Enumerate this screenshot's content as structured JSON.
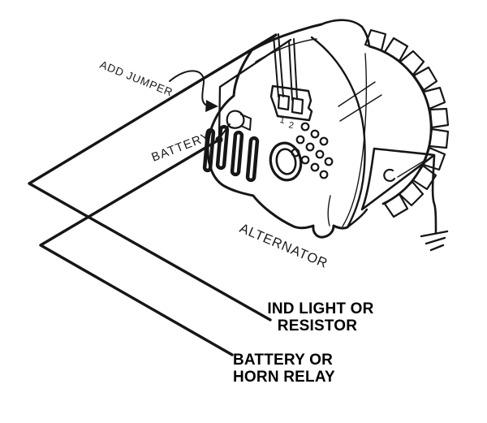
{
  "diagram": {
    "background": "#ffffff",
    "ink_color": "#161616",
    "label_color": "#000000",
    "labels": {
      "add_jumper": "ADD JUMPER",
      "battery": "BATTERY",
      "alternator": "ALTERNATOR",
      "terminal_1": "1",
      "terminal_2": "2",
      "ind_light": {
        "line1": "IND LIGHT OR",
        "line2": "RESISTOR"
      },
      "battery_relay": {
        "line1": "BATTERY OR",
        "line2": "HORN RELAY"
      }
    }
  }
}
